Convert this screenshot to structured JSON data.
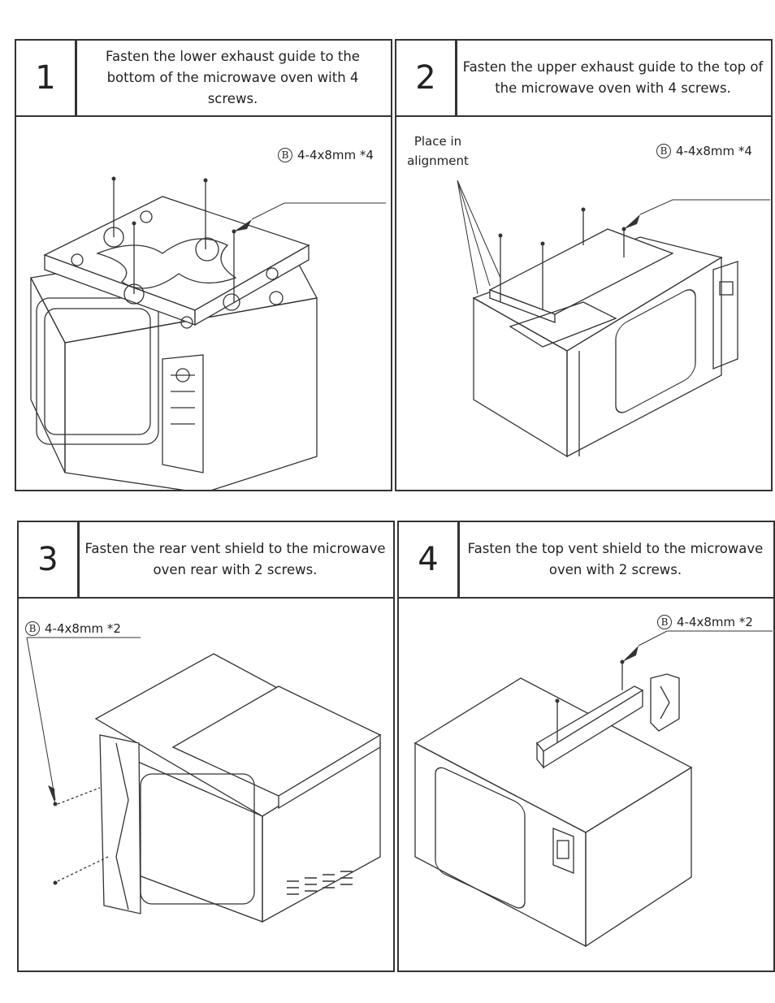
{
  "steps": [
    {
      "number": "1",
      "instruction": "Fasten the lower exhaust guide to the bottom of the microwave oven with 4 screws.",
      "callout": {
        "badge": "B",
        "text": "4-4x8mm *4"
      }
    },
    {
      "number": "2",
      "instruction": "Fasten the upper exhaust guide to the top of the microwave oven with 4 screws.",
      "callout": {
        "badge": "B",
        "text": "4-4x8mm *4"
      },
      "note": [
        "Place in",
        "alignment"
      ]
    },
    {
      "number": "3",
      "instruction": "Fasten the rear vent shield to the microwave oven rear with 2 screws.",
      "callout": {
        "badge": "B",
        "text": "4-4x8mm *2"
      }
    },
    {
      "number": "4",
      "instruction": "Fasten the top vent shield to the microwave oven with 2 screws.",
      "callout": {
        "badge": "B",
        "text": "4-4x8mm *2"
      }
    }
  ]
}
